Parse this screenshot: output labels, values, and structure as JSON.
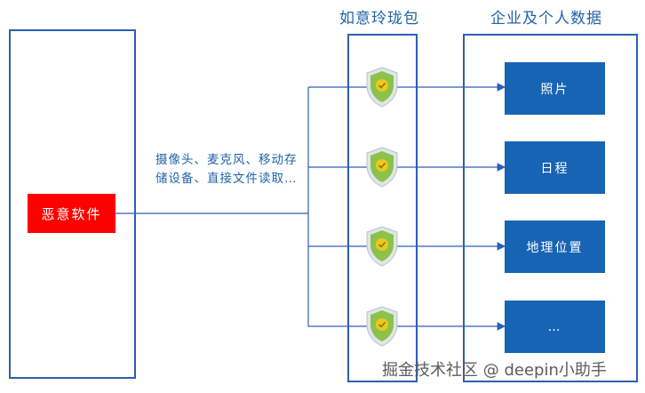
{
  "headings": {
    "sandbox": "如意玲珑包",
    "data": "企业及个人数据"
  },
  "malware_label": "恶意软件",
  "access_text": "摄像头、麦克风、移动存储设备、直接文件读取…",
  "data_items": [
    "照片",
    "日程",
    "地理位置",
    "…"
  ],
  "watermark": "掘金技术社区 @ deepin小助手",
  "colors": {
    "border_blue": "#2e5fb0",
    "block_blue": "#1864b4",
    "text_blue": "#1f63a8",
    "malware_red": "#ff0000",
    "shield_green": "#8bc34a",
    "check_yellow": "#f5c518"
  },
  "icons": {
    "shield": "shield-check-icon"
  }
}
